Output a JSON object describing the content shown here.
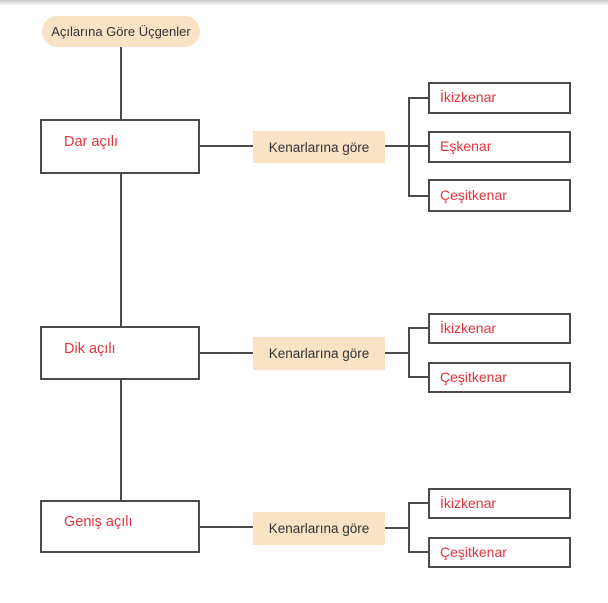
{
  "diagram": {
    "root_label": "Açılarına Göre Üçgenler",
    "groups": [
      {
        "angle_label": "Dar açılı",
        "edge_label": "Kenarlarına göre",
        "children": [
          "İkizkenar",
          "Eşkenar",
          "Çeşitkenar"
        ]
      },
      {
        "angle_label": "Dik açılı",
        "edge_label": "Kenarlarına göre",
        "children": [
          "İkizkenar",
          "Çeşitkenar"
        ]
      },
      {
        "angle_label": "Geniş açılı",
        "edge_label": "Kenarlarına göre",
        "children": [
          "İkizkenar",
          "Çeşitkenar"
        ]
      }
    ],
    "colors": {
      "node_fill": "#fae2c5",
      "box_border": "#4a4a4a",
      "red_text": "#e2333f",
      "dark_text": "#333333",
      "line": "#4a4a4a"
    }
  }
}
